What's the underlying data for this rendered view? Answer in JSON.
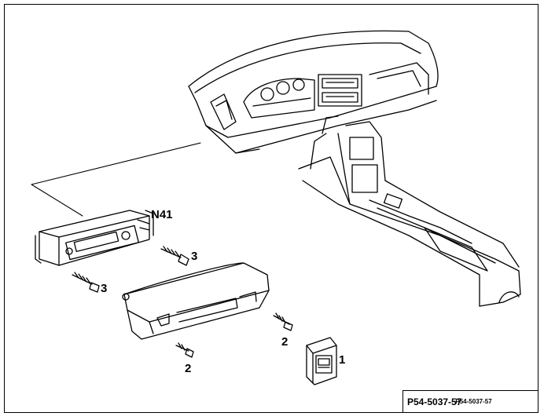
{
  "labels": {
    "n41": "N41",
    "part1": "1",
    "part2a": "2",
    "part2b": "2",
    "part3a": "3",
    "part3b": "3"
  },
  "reference": {
    "code_main": "P54-5037-57",
    "code_small": "P54-5037-57"
  }
}
